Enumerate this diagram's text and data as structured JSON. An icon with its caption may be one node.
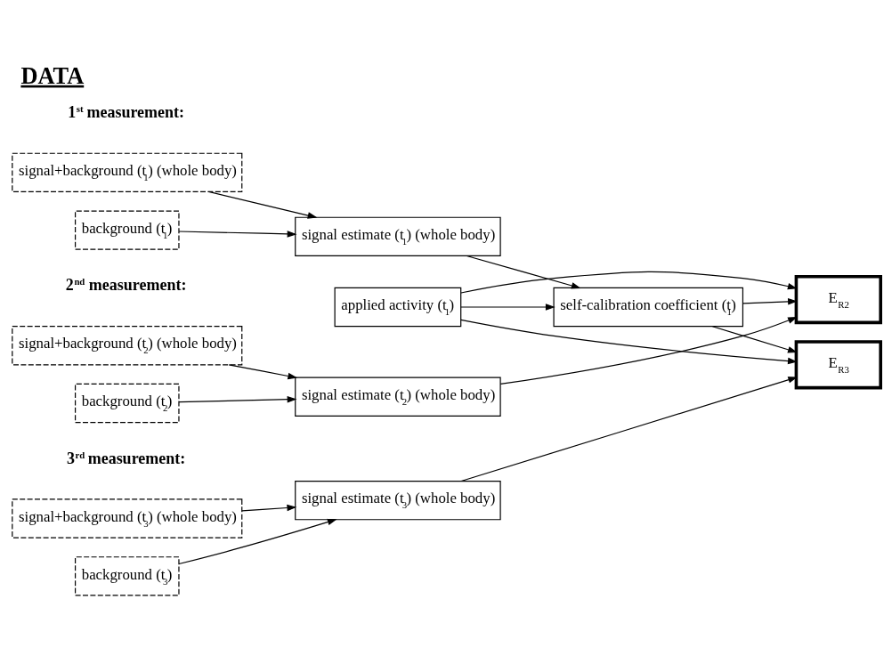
{
  "diagram": {
    "title": "DATA",
    "nodes": [
      {
        "text": [
          "signal+background (t$_{1}$) (whole body)"
        ]
      },
      {
        "text": [
          "background (t$_{1}$)"
        ]
      },
      {
        "text": [
          "signal estimate (t$_{1}$) (whole body)"
        ]
      },
      {
        "text": [
          "applied activity (t$_{1}$)"
        ]
      },
      {
        "text": [
          "self-calibration coefficient (t$_{1}$)"
        ]
      },
      {
        "text": [
          "signal+background (t$_{2}$) (whole body)"
        ]
      },
      {
        "text": [
          "background (t$_{2}$)"
        ]
      },
      {
        "text": [
          "signal estimate (t$_{2}$) (whole body)"
        ]
      },
      {
        "text": [
          "signal+background (t$_{3}$) (whole body)"
        ]
      },
      {
        "text": [
          "background (t$_{3}$)"
        ]
      },
      {
        "text": [
          "signal estimate (t$_{3}$) (whole body)"
        ]
      },
      {
        "text": [
          "E$_{R2}$"
        ]
      },
      {
        "text": [
          "E$_{R3}$"
        ]
      }
    ],
    "edges": [
      {
        "from": 0,
        "to": 2,
        "arrow": "to"
      },
      {
        "from": 1,
        "to": 2,
        "arrow": "to"
      },
      {
        "from": 2,
        "to": 4,
        "arrow": "to"
      },
      {
        "from": 3,
        "to": 4,
        "arrow": "to"
      },
      {
        "from": 3,
        "to": 11,
        "arrow": "to"
      },
      {
        "from": 3,
        "to": 12,
        "arrow": "to"
      },
      {
        "from": 5,
        "to": 7,
        "arrow": "to"
      },
      {
        "from": 6,
        "to": 7,
        "arrow": "to"
      },
      {
        "from": 7,
        "to": 11,
        "arrow": "to"
      },
      {
        "from": 4,
        "to": 11,
        "arrow": "to"
      },
      {
        "from": 4,
        "to": 12,
        "arrow": "to"
      },
      {
        "from": 8,
        "to": 10,
        "arrow": "to"
      },
      {
        "from": 9,
        "to": 10,
        "arrow": "to"
      },
      {
        "from": 10,
        "to": 12,
        "arrow": "to"
      }
    ],
    "labels": [
      "1$^{st}$ measurement:",
      "2$^{nd}$ measurement:",
      "3$^{rd}$ measurement:"
    ]
  }
}
